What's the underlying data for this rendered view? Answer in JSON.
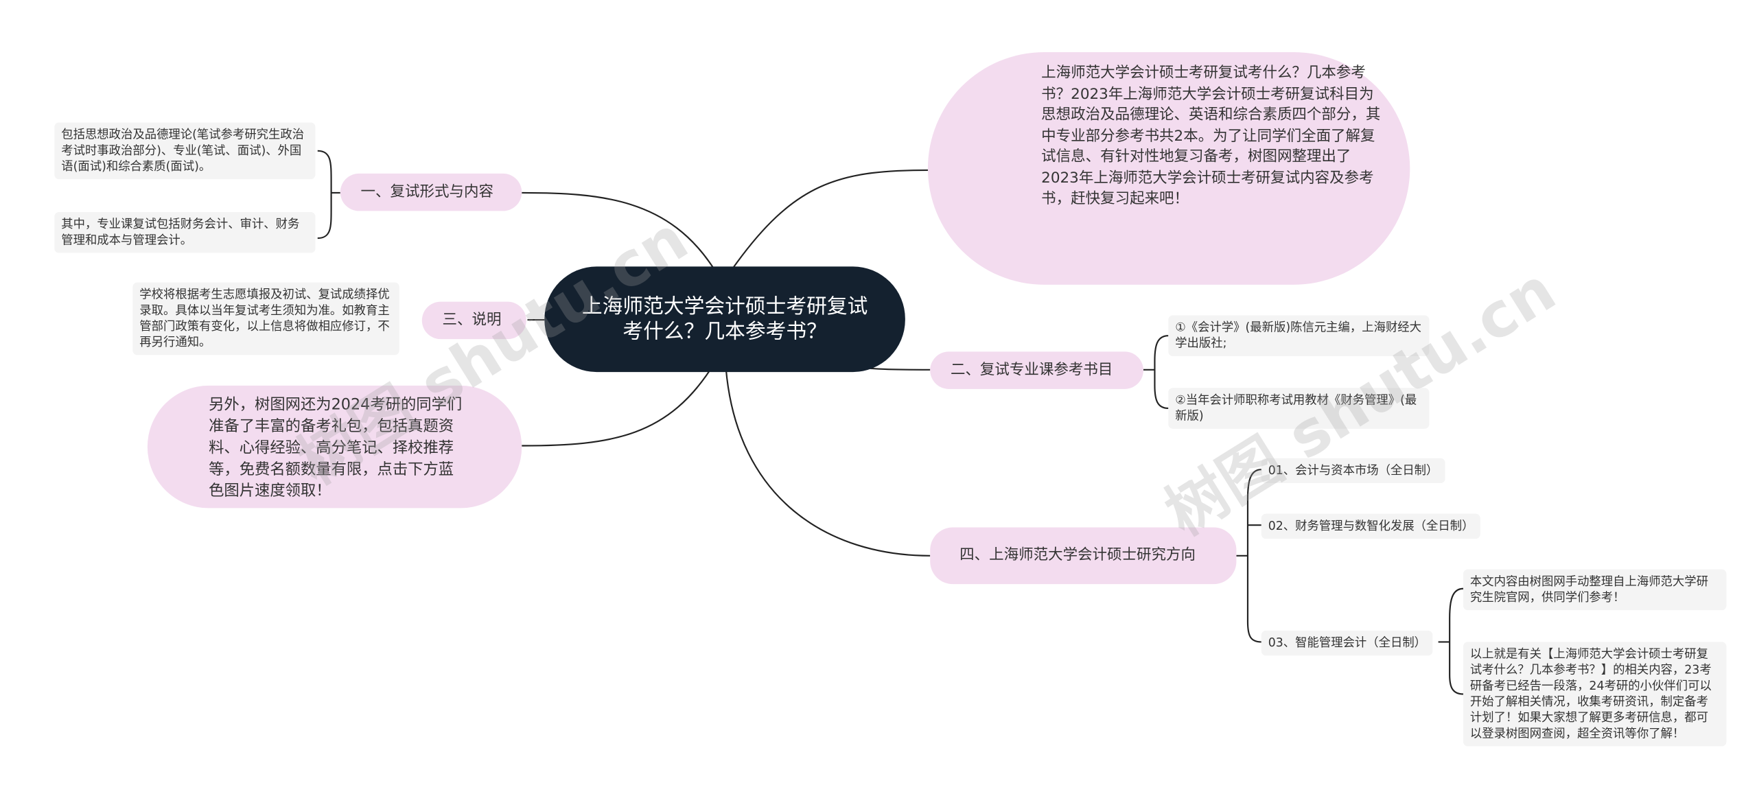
{
  "central": {
    "text": "上海师范大学会计硕士考研复试考什么？几本参考书？"
  },
  "intro": {
    "text": "上海师范大学会计硕士考研复试考什么？几本参考书？2023年上海师范大学会计硕士考研复试科目为思想政治及品德理论、英语和综合素质四个部分，其中专业部分参考书共2本。为了让同学们全面了解复试信息、有针对性地复习备考，树图网整理出了2023年上海师范大学会计硕士考研复试内容及参考书，赶快复习起来吧！"
  },
  "promo": {
    "text": "另外，树图网还为2024考研的同学们准备了丰富的备考礼包，包括真题资料、心得经验、高分笔记、择校推荐等，免费名额数量有限，点击下方蓝色图片速度领取！"
  },
  "branch1": {
    "label": "一、复试形式与内容",
    "leaves": [
      "包括思想政治及品德理论(笔试参考研究生政治考试时事政治部分)、专业(笔试、面试)、外国语(面试)和综合素质(面试)。",
      "其中，专业课复试包括财务会计、审计、财务管理和成本与管理会计。"
    ]
  },
  "branch3": {
    "label": "三、说明",
    "leaves": [
      "学校将根据考生志愿填报及初试、复试成绩择优录取。具体以当年复试考生须知为准。如教育主管部门政策有变化，以上信息将做相应修订，不再另行通知。"
    ]
  },
  "branch2": {
    "label": "二、复试专业课参考书目",
    "leaves": [
      "①《会计学》(最新版)陈信元主编，上海财经大学出版社;",
      "②当年会计师职称考试用教材《财务管理》(最新版)"
    ]
  },
  "branch4": {
    "label": "四、上海师范大学会计硕士研究方向",
    "leaves": [
      "01、会计与资本市场（全日制）",
      "02、财务管理与数智化发展（全日制）",
      "03、智能管理会计（全日制）"
    ],
    "sub": [
      "本文内容由树图网手动整理自上海师范大学研究生院官网，供同学们参考！",
      "以上就是有关【上海师范大学会计硕士考研复试考什么？几本参考书？】的相关内容，23考研备考已经告一段落，24考研的小伙伴们可以开始了解相关情况，收集考研资讯，制定备考计划了！如果大家想了解更多考研信息，都可以登录树图网查阅，超全资讯等你了解！"
    ]
  },
  "watermark": [
    "树图 shutu.cn",
    "树图 shutu.cn"
  ],
  "colors": {
    "central": "#14212f",
    "branch_fill": "#f3dcef",
    "leaf_fill": "#f4f4f4",
    "line": "#222222"
  }
}
